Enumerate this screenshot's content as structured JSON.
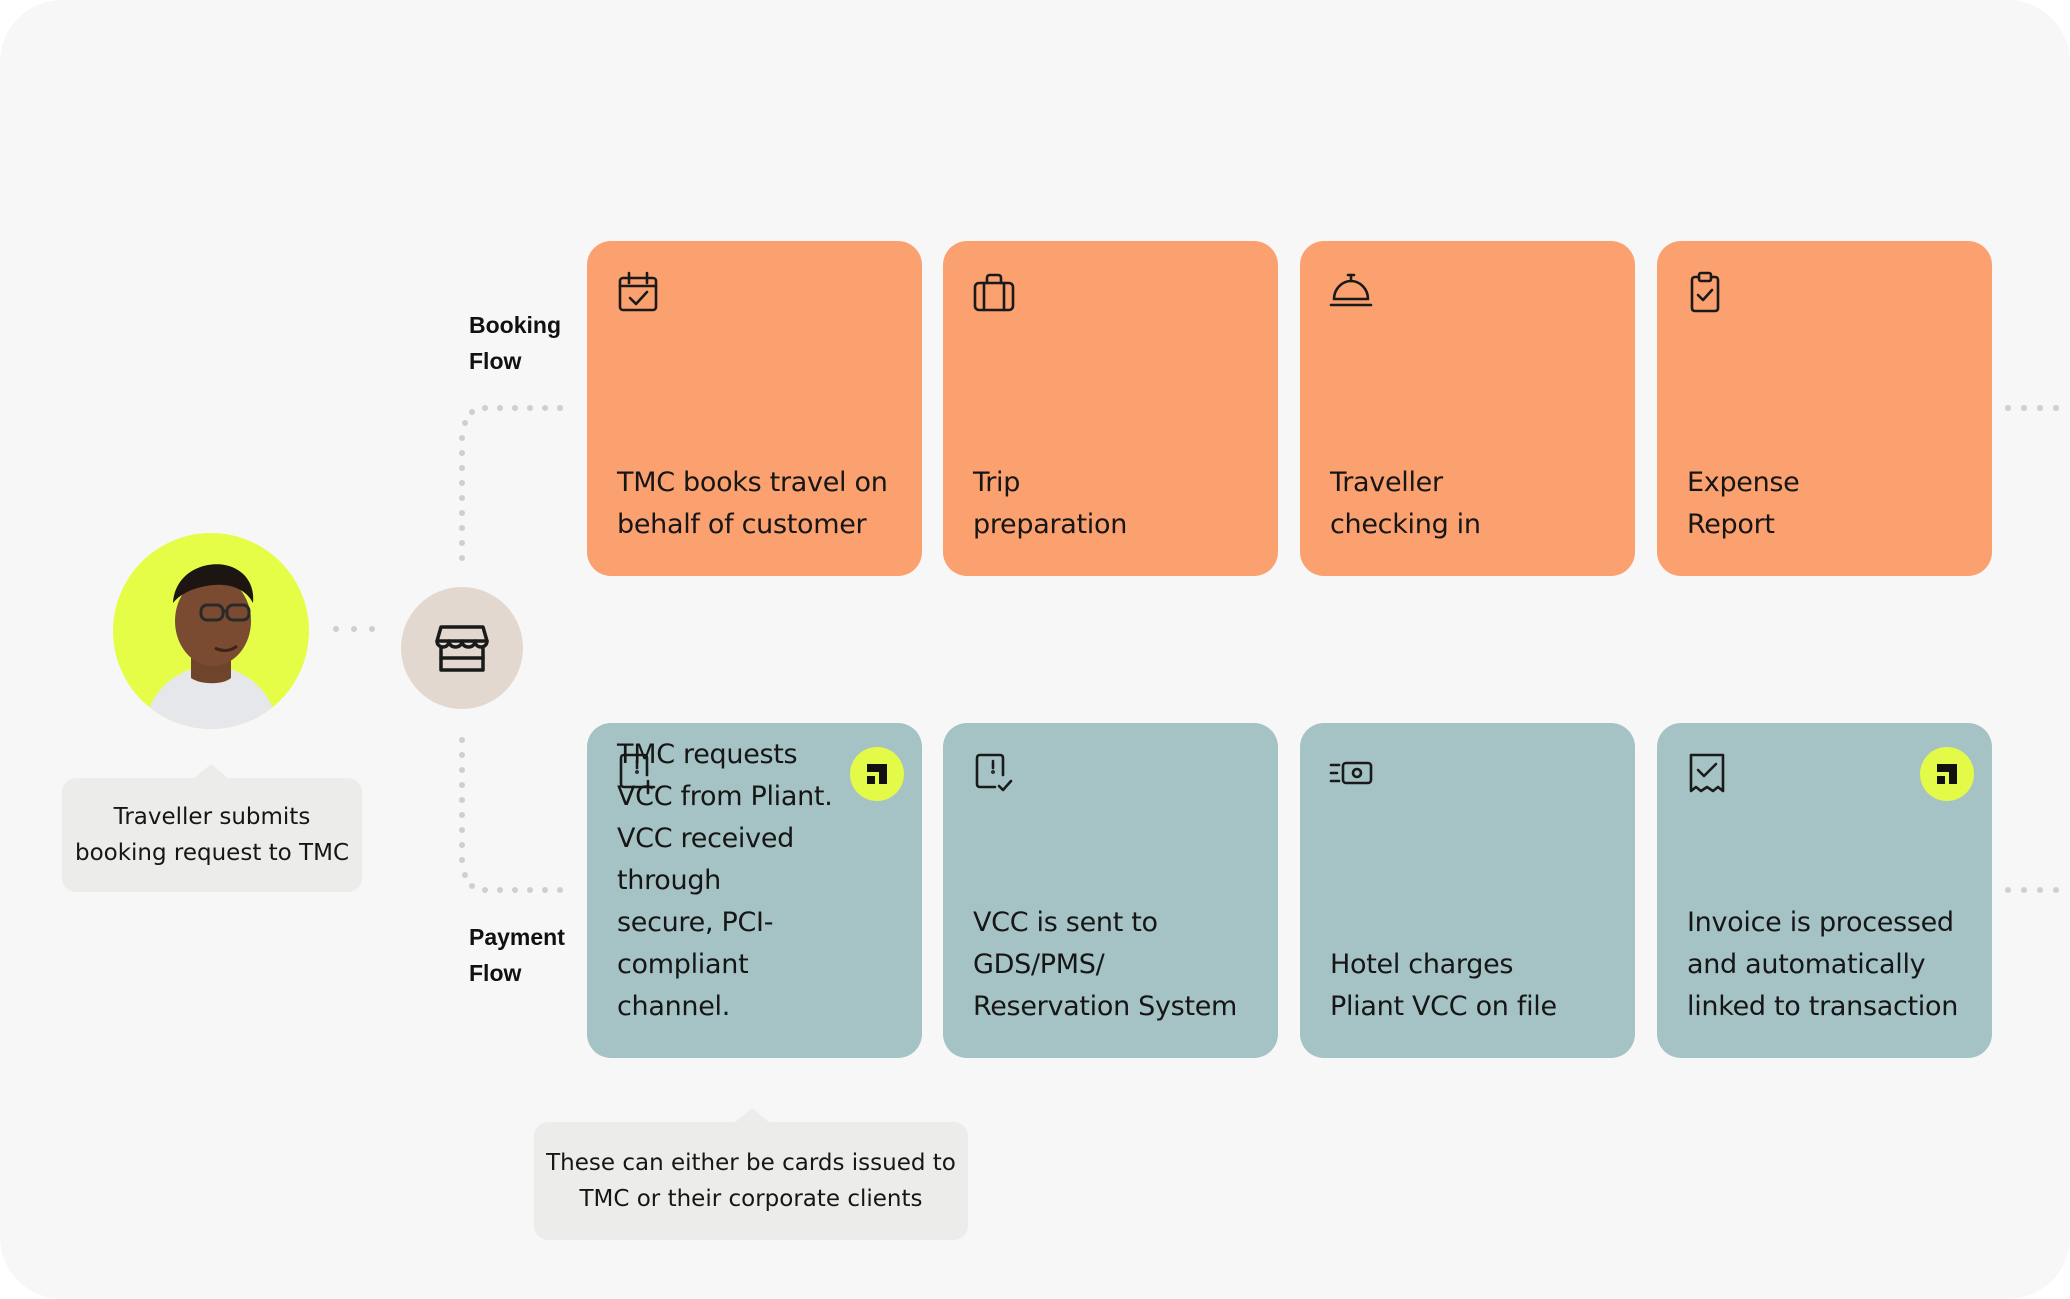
{
  "flows": {
    "booking": {
      "label_line1": "Booking",
      "label_line2": "Flow",
      "cards": [
        {
          "icon": "calendar-check-icon",
          "line1": "TMC books travel on",
          "line2": "behalf of customer"
        },
        {
          "icon": "suitcase-icon",
          "line1": "Trip",
          "line2": "preparation"
        },
        {
          "icon": "service-bell-icon",
          "line1": "Traveller",
          "line2": "checking in"
        },
        {
          "icon": "clipboard-check-icon",
          "line1": "Expense",
          "line2": "Report"
        }
      ]
    },
    "payment": {
      "label_line1": "Payment",
      "label_line2": "Flow",
      "cards": [
        {
          "icon": "card-add-icon",
          "lines": [
            "TMC requests",
            "VCC from Pliant.",
            "VCC received through",
            "secure, PCI-compliant",
            "channel."
          ],
          "pliant_badge": true
        },
        {
          "icon": "card-check-icon",
          "lines": [
            "VCC is sent to",
            "GDS/PMS/",
            "Reservation System"
          ],
          "pliant_badge": false
        },
        {
          "icon": "cash-fast-icon",
          "lines": [
            "Hotel charges",
            "Pliant VCC on file"
          ],
          "pliant_badge": false
        },
        {
          "icon": "receipt-check-icon",
          "lines": [
            "Invoice is processed",
            "and automatically",
            "linked to transaction"
          ],
          "pliant_badge": true
        }
      ]
    }
  },
  "traveller": {
    "tooltip_line1": "Traveller submits",
    "tooltip_line2": "booking request to TMC"
  },
  "tmc_icon": "storefront-icon",
  "note": {
    "line1": "These can either be cards issued to",
    "line2": "TMC or their corporate clients"
  },
  "colors": {
    "booking_card": "#fba06f",
    "payment_card": "#a5c3c4",
    "badge": "#e3fb48",
    "avatar_bg": "#e5fd46",
    "store_bg": "#e3d8cf",
    "tooltip_bg": "#ececea"
  }
}
